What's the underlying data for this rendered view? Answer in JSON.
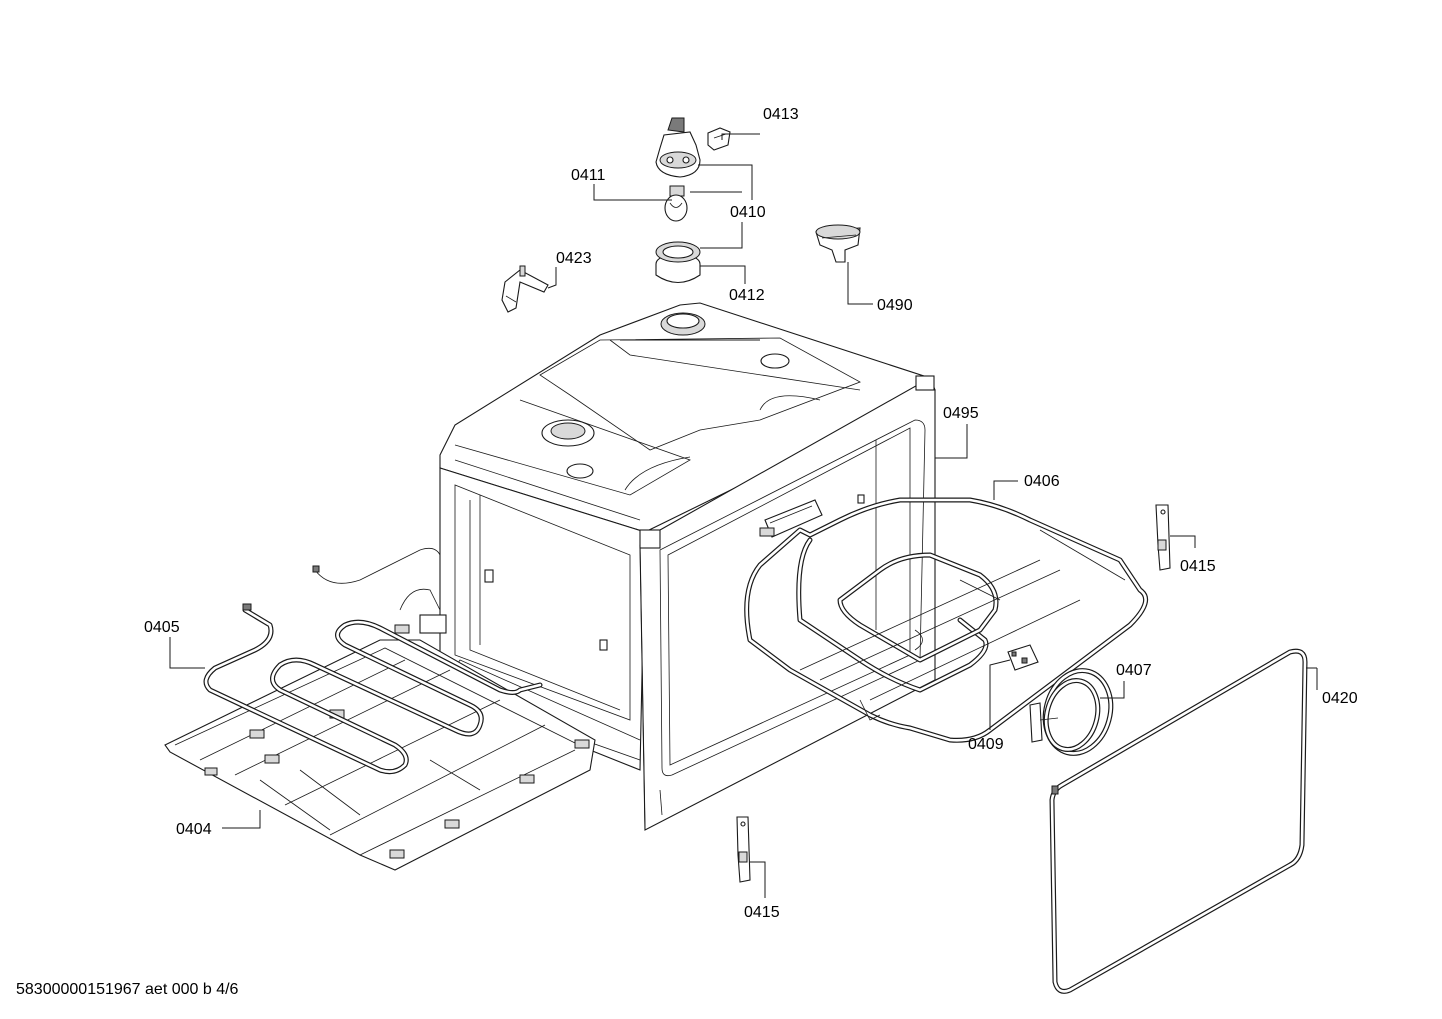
{
  "labels": {
    "p0413": "0413",
    "p0411": "0411",
    "p0410": "0410",
    "p0423": "0423",
    "p0412": "0412",
    "p0490": "0490",
    "p0495": "0495",
    "p0406": "0406",
    "p0415a": "0415",
    "p0405": "0405",
    "p0407": "0407",
    "p0420": "0420",
    "p0409": "0409",
    "p0404": "0404",
    "p0415b": "0415"
  },
  "footer": {
    "code": "58300000151967 aet 000 b 4/6"
  }
}
